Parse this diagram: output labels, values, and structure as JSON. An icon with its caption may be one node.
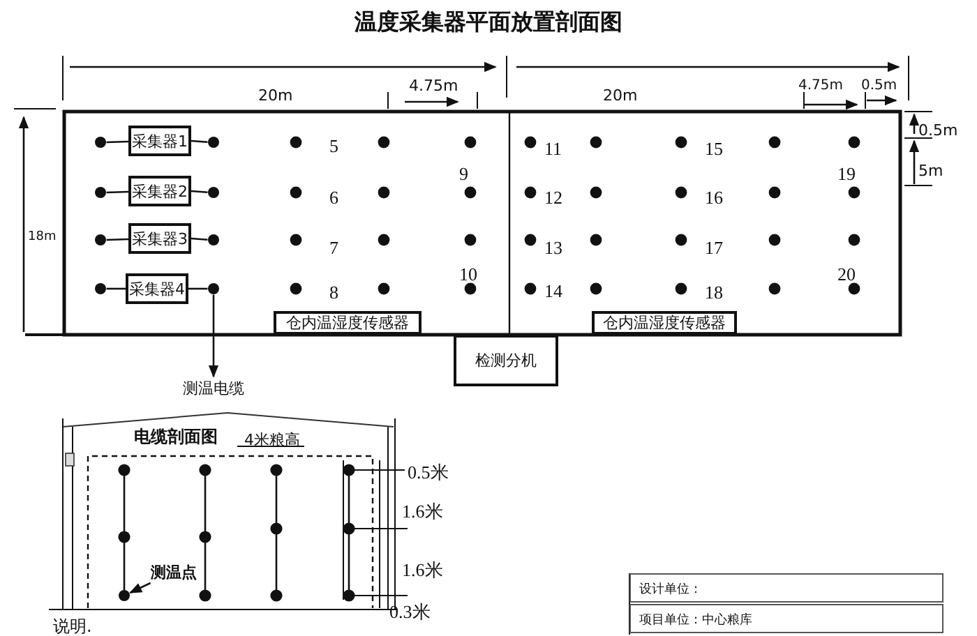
{
  "diagram": {
    "title": "温度采集器平面放置剖面图",
    "nodes": [
      {
        "text": [
          "采集器1"
        ]
      },
      {
        "text": [
          "采集器2"
        ]
      },
      {
        "text": [
          "采集器3"
        ]
      },
      {
        "text": [
          "采集器4"
        ]
      },
      {
        "text": [],
        "shape": "circle"
      },
      {
        "text": [],
        "shape": "circle"
      },
      {
        "text": [],
        "shape": "circle"
      },
      {
        "text": [],
        "shape": "circle"
      },
      {
        "text": [],
        "shape": "circle"
      },
      {
        "text": [],
        "shape": "circle"
      },
      {
        "text": [],
        "shape": "circle"
      },
      {
        "text": [],
        "shape": "circle"
      },
      {
        "text": [
          "仓内温湿度传感器"
        ]
      },
      {
        "text": [
          "仓内温湿度传感器"
        ]
      },
      {
        "text": [
          "检测分机"
        ]
      },
      {
        "text": [
          "测温电缆"
        ]
      },
      {
        "text": [
          "测温点"
        ]
      },
      {
        "text": [],
        "shape": "circle"
      }
    ],
    "edges": [
      {
        "from": 4,
        "to": 0,
        "arrow": "none"
      },
      {
        "from": 0,
        "to": 5,
        "arrow": "none"
      },
      {
        "from": 6,
        "to": 1,
        "arrow": "none"
      },
      {
        "from": 1,
        "to": 7,
        "arrow": "none"
      },
      {
        "from": 8,
        "to": 2,
        "arrow": "none"
      },
      {
        "from": 2,
        "to": 9,
        "arrow": "none"
      },
      {
        "from": 10,
        "to": 3,
        "arrow": "none"
      },
      {
        "from": 3,
        "to": 11,
        "arrow": "none"
      },
      {
        "from": 11,
        "to": 15,
        "arrow": "to"
      },
      {
        "from": 16,
        "to": 17,
        "arrow": "to"
      }
    ],
    "labels": [
      "20m",
      "4.75m",
      "20m",
      "4.75m",
      "0.5m",
      "0.5m",
      "5m",
      "18m",
      "5",
      "11",
      "15",
      "9",
      "19",
      "6",
      "12",
      "16",
      "7",
      "13",
      "17",
      "10",
      "20",
      "8",
      "14",
      "18",
      "电缆剖面图",
      "4米粮高",
      "0.5米",
      "1.6米",
      "1.6米",
      "0.3米",
      "说明.",
      "设计单位：",
      "项目单位：中心粮库"
    ]
  }
}
